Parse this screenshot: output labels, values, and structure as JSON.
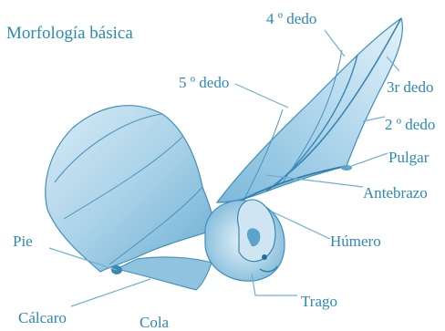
{
  "diagram": {
    "title": "Morfología básica",
    "accent_color": "#2c88b6",
    "line_color": "#6fb0d2",
    "labels": {
      "dedo4": "4 º dedo",
      "dedo5": "5 º dedo",
      "dedo3": "3r dedo",
      "dedo2": "2 º dedo",
      "pulgar": "Pulgar",
      "antebrazo": "Antebrazo",
      "humero": "Húmero",
      "pie": "Pie",
      "tragus": "Trago",
      "calcaro": "Cálcaro",
      "cola": "Cola"
    },
    "illustration": "bat-illustration"
  }
}
